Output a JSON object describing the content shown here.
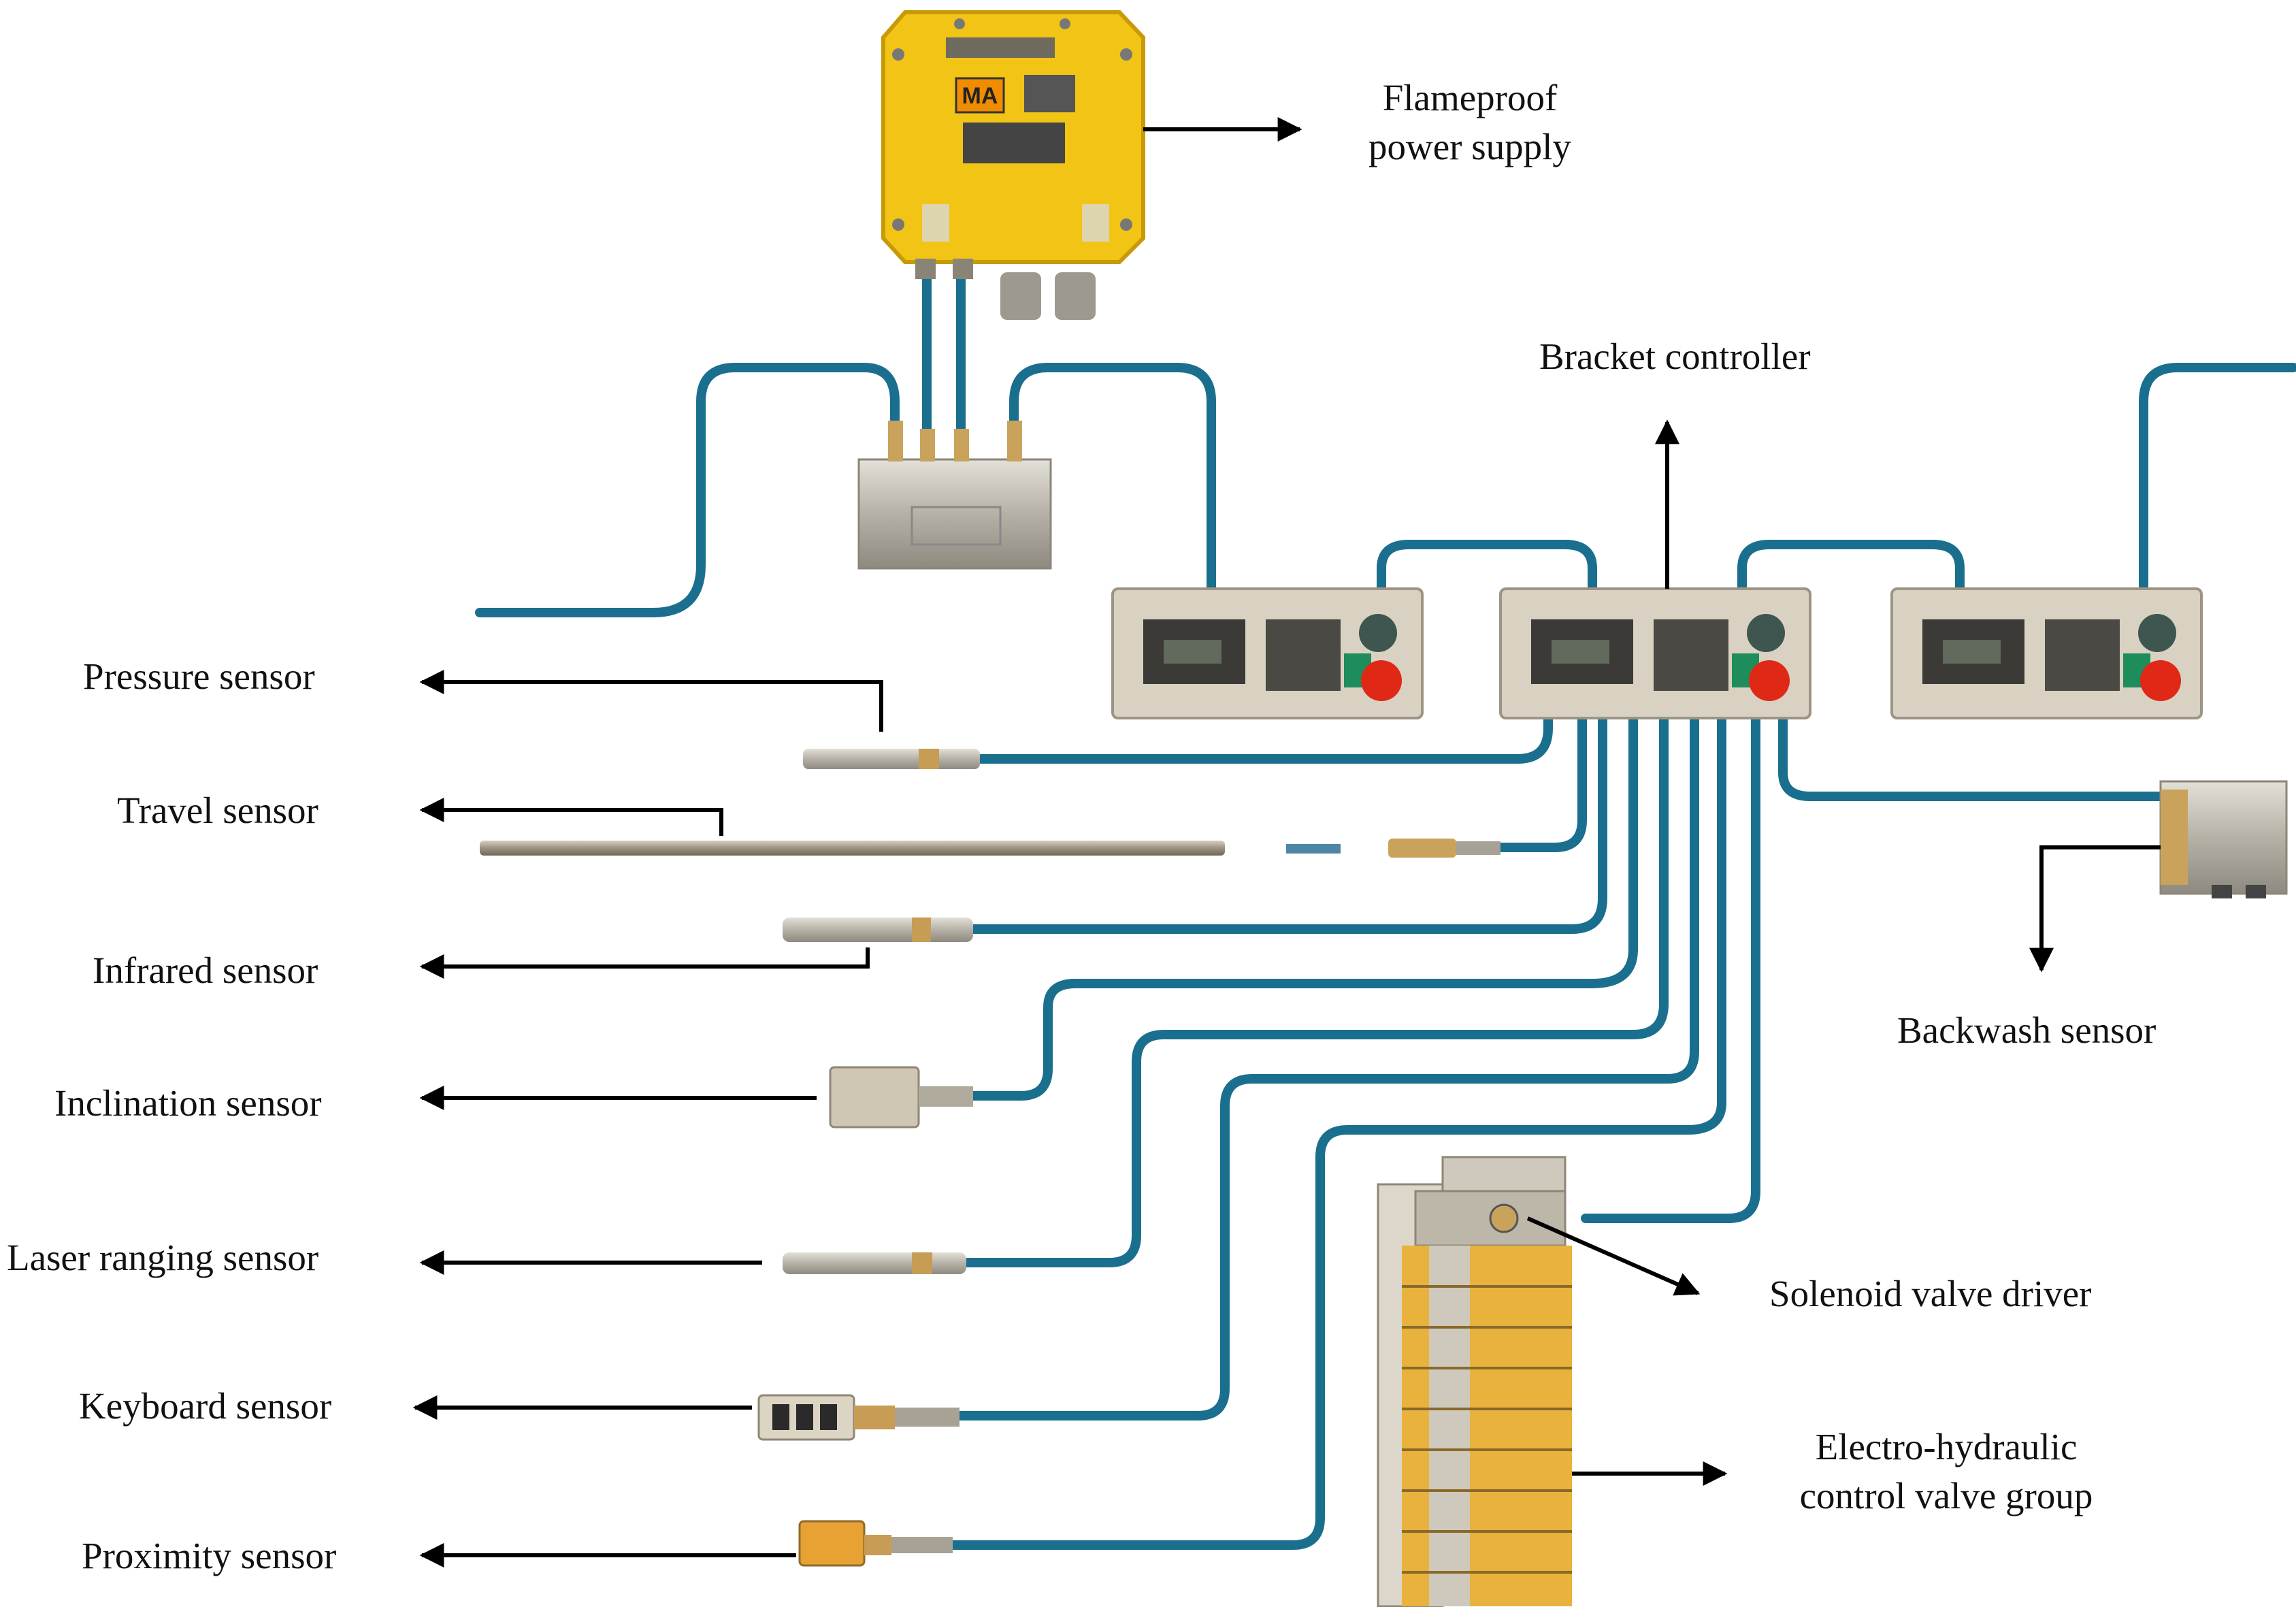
{
  "labels": {
    "flameproof_line1": "Flameproof",
    "flameproof_line2": "power supply",
    "bracket_controller": "Bracket controller",
    "pressure_sensor": "Pressure sensor",
    "travel_sensor": "Travel sensor",
    "infrared_sensor": "Infrared sensor",
    "inclination_sensor": "Inclination sensor",
    "laser_ranging_sensor": "Laser ranging sensor",
    "keyboard_sensor": "Keyboard sensor",
    "proximity_sensor": "Proximity sensor",
    "backwash_sensor": "Backwash sensor",
    "solenoid_valve_driver": "Solenoid valve driver",
    "valve_group_line1": "Electro-hydraulic",
    "valve_group_line2": "control valve group"
  },
  "colors": {
    "cable": "#1b6f8e",
    "arrow": "#000000",
    "power_supply": "#f2c416",
    "controller_body": "#d9d1c2",
    "valve_block": "#e8b23c",
    "metal": "#b8b4aa"
  }
}
